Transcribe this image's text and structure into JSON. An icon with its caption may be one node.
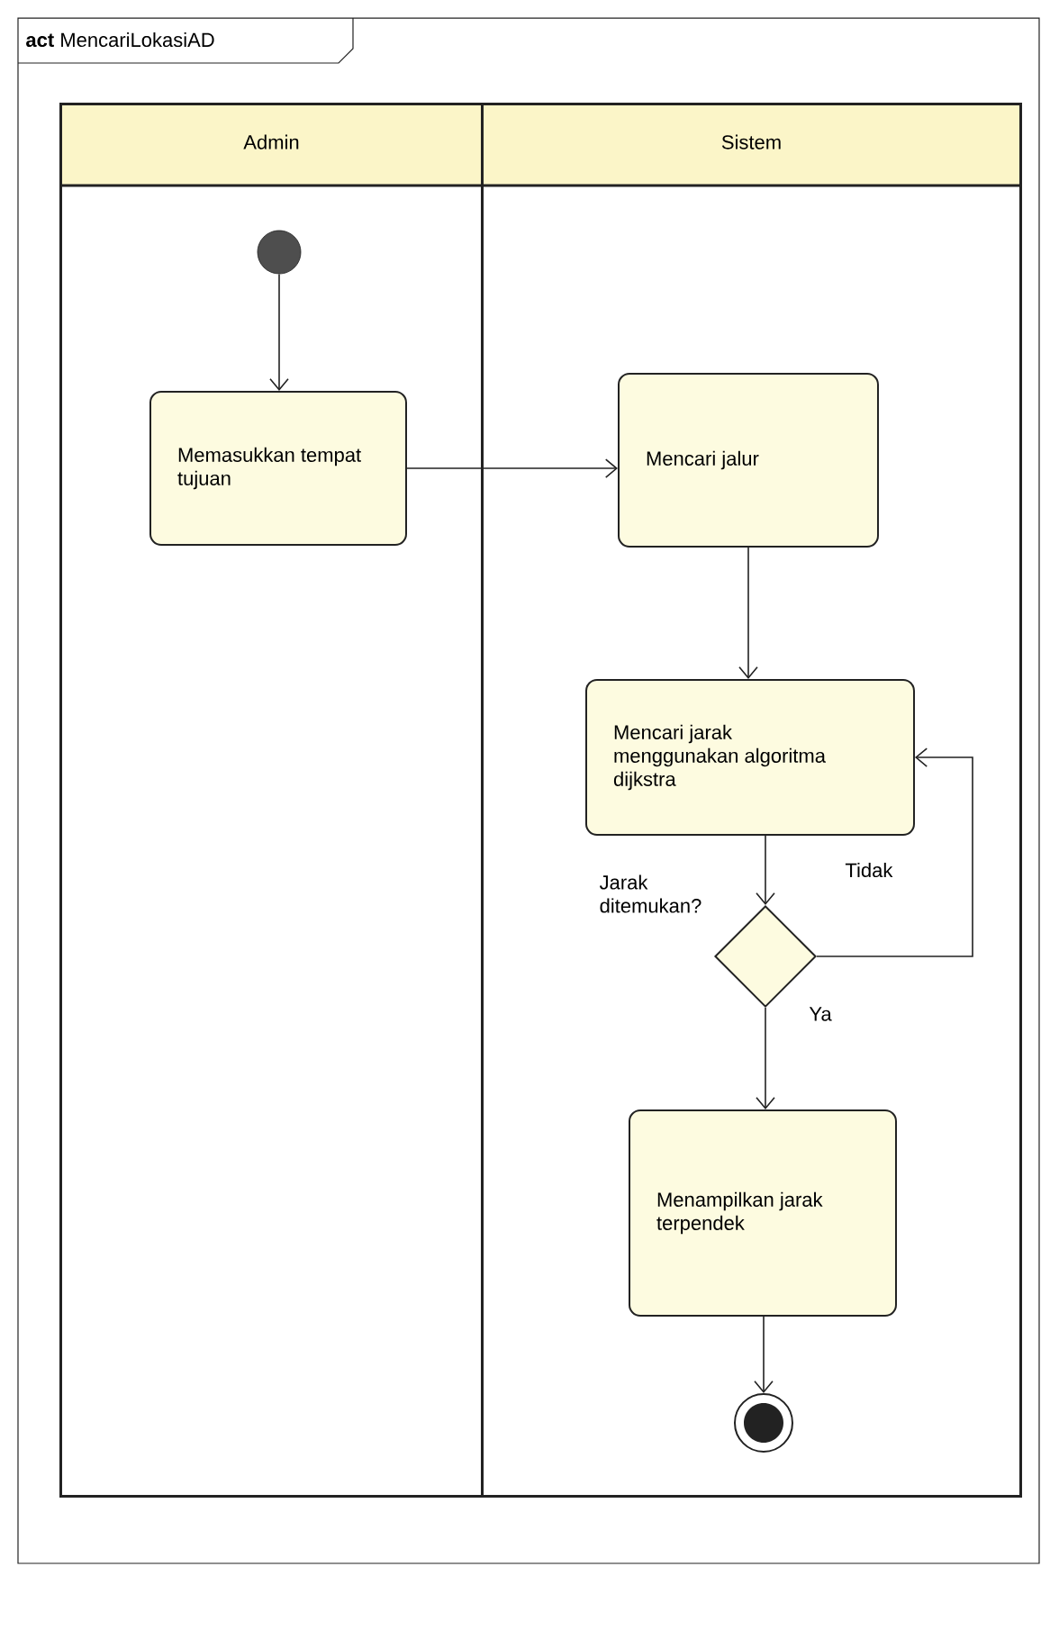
{
  "diagram": {
    "title": "**act** MencariLokasiAD",
    "nodes": [
      {
        "text": [
          "Admin"
        ]
      },
      {
        "text": [
          "Sistem"
        ]
      },
      {
        "text": [],
        "shape": "circle",
        "in": 0
      },
      {
        "text": [
          "Memasukkan tempat tujuan"
        ],
        "in": 0
      },
      {
        "text": [
          "Mencari jalur"
        ],
        "in": 1
      },
      {
        "text": [
          "Mencari jarak menggunakan algoritma dijkstra"
        ],
        "in": 1
      },
      {
        "text": [],
        "shape": "diamond",
        "in": 1,
        "beside": [
          "Jarak ditemukan?"
        ]
      },
      {
        "text": [
          "Menampilkan jarak terpendek"
        ],
        "in": 1
      },
      {
        "text": [],
        "shape": "circle",
        "in": 1
      }
    ],
    "edges": [
      {
        "from": 2,
        "to": 3,
        "arrow": "to"
      },
      {
        "from": 3,
        "to": 4,
        "arrow": "to"
      },
      {
        "from": 4,
        "to": 5,
        "arrow": "to"
      },
      {
        "from": 5,
        "to": 6,
        "arrow": "to"
      },
      {
        "from": 6,
        "to": 5,
        "arrow": "to",
        "label": "Tidak"
      },
      {
        "from": 6,
        "to": 7,
        "arrow": "to",
        "label": "Ya"
      },
      {
        "from": 7,
        "to": 8,
        "arrow": "to"
      }
    ]
  }
}
